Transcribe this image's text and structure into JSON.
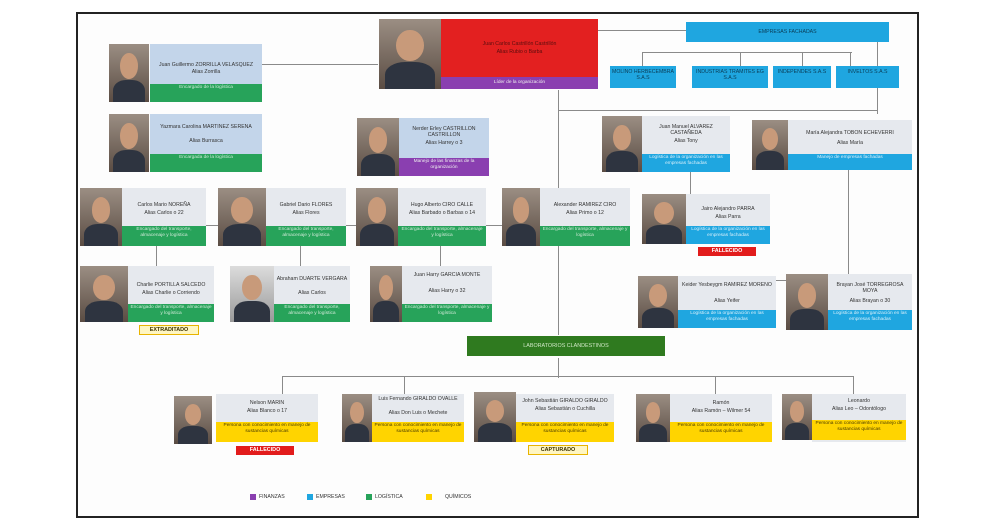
{
  "leader": {
    "name": "Juan Carlos Castrillón Castrillón",
    "alias": "Alias Rubio o Barba",
    "role": "Líder de la organización"
  },
  "empresas_header": "EMPRESAS FACHADAS",
  "companies": [
    "MOLINO HERBECEMBRA S.A.S",
    "INDUSTRIAS TRAMITES EG S.A.S",
    "INDEPENDES S.A.S",
    "INVELTOS S.A.S"
  ],
  "people": {
    "zorrilla": {
      "name": "Juan Guillermo ZORRILLA VELASQUEZ",
      "alias": "Alias Zorrilla",
      "role": "Encargado de la logística"
    },
    "martinez": {
      "name": "Yazmara Carolina MARTINEZ SERENA",
      "alias": "Alias Burrasca",
      "role": "Encargada de la logística"
    },
    "castrillon": {
      "name": "Nerder Erley CASTRILLON CASTRILLON",
      "alias": "Alias Harrey o 3",
      "role": "Manejo de las finanzas de la organización"
    },
    "alvarez": {
      "name": "Juan Manuel ALVAREZ CASTAÑEDA",
      "alias": "Alias Tony",
      "role": "Logística de la organización en las empresas fachadas"
    },
    "tobon": {
      "name": "María Alejandra TOBON ECHEVERRI",
      "alias": "Alias María",
      "role": "Manejo de empresas fachadas"
    },
    "norena": {
      "name": "Carlos Mario NOREÑA",
      "alias": "Alias Carlos o 22",
      "role": "Encargado del transporte, almacenaje y logística"
    },
    "flores": {
      "name": "Gabriel Dario FLORES",
      "alias": "Alias Flores",
      "role": "Encargado del transporte, almacenaje y logística"
    },
    "ciro": {
      "name": "Hugo Alberto CIRO CALLE",
      "alias": "Alias Barbado o Barbas o 14",
      "role": "Encargado del transporte, almacenaje y logística"
    },
    "ramirez": {
      "name": "Alexander RAMIREZ CIRO",
      "alias": "Alias Primo o 12",
      "role": "Encargado del transporte, almacenaje y logística"
    },
    "parra": {
      "name": "Jairo Alejandro PARRA",
      "alias": "Alias Parra",
      "role": "Logística de la organización en las empresas fachadas",
      "tag": "FALLECIDO"
    },
    "portilla": {
      "name": "Charlie PORTILLA SALCEDO",
      "alias": "Alias Charlie o Corriendo",
      "role": "Encargado del transporte, almacenaje y logística",
      "tag": "EXTRADITADO"
    },
    "duarte": {
      "name": "Abraham DUARTE VERGARA",
      "alias": "Alias Carlos",
      "role": "Encargado del transporte, almacenaje y logística"
    },
    "garcia": {
      "name": "Juan Harry GARCIA MONTE",
      "alias": "Alias Harry o 32",
      "role": "Encargado del transporte, almacenaje y logística"
    },
    "ramirez2": {
      "name": "Keider Yesbeygm RAMIREZ MORENO",
      "alias": "Alias Yeifer",
      "role": "Logística de la organización en las empresas fachadas"
    },
    "torregrosa": {
      "name": "Brayan José TORREGROSA MOYA",
      "alias": "Alias Brayan o 30",
      "role": "Logística de la organización en las empresas fachadas"
    },
    "marin": {
      "name": "Nelson MARIN",
      "alias": "Alias Blanco o 17",
      "role": "Persona con conocimiento en manejo de sustancias químicas",
      "tag": "FALLECIDO"
    },
    "giraldo1": {
      "name": "Luis Fernando GIRALDO OVALLE",
      "alias": "Alias Don Luis o Mechete",
      "role": "Persona con conocimiento en manejo de sustancias químicas"
    },
    "giraldo2": {
      "name": "John Sebastián GIRALDO GIRALDO",
      "alias": "Alias Sebastián o Cuchilla",
      "role": "Persona con conocimiento en manejo de sustancias químicas",
      "tag": "CAPTURADO"
    },
    "ramon": {
      "name": "Ramón",
      "alias": "Alias Ramón – Wilmer 54",
      "role": "Persona con conocimiento en manejo de sustancias químicas"
    },
    "leonardo": {
      "name": "Leonardo",
      "alias": "Alias Leo – Odontólogo",
      "role": "Persona con conocimiento en manejo de sustancias químicas"
    }
  },
  "laboratorios": "LABORATORIOS CLANDESTINOS",
  "legend": [
    {
      "label": "FINANZAS",
      "color": "#8a3fb0"
    },
    {
      "label": "EMPRESAS",
      "color": "#1fa6e0"
    },
    {
      "label": "LOGÍSTICA",
      "color": "#27a35a"
    },
    {
      "label": "QUÍMICOS",
      "color": "#ffd400"
    }
  ]
}
